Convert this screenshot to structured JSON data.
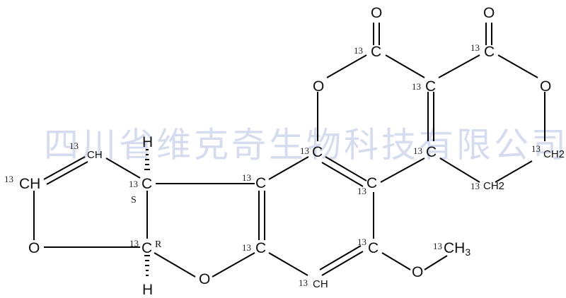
{
  "watermark": {
    "text": "四川省维克奇生物科技有限公司",
    "color": "#d6dcef"
  },
  "molecule": {
    "isotope_label": "13",
    "atoms": {
      "o_top_left": "O",
      "o_top_right": "O",
      "c_carbonyl_left": "C",
      "c_carbonyl_right": "C",
      "o_ring_left": "O",
      "o_ring_right": "O",
      "c_fused_top": "C",
      "c_ring_a": "C",
      "c_fused_mid": "C",
      "ch2_right": "CH2",
      "ch2_bottom": "CH2",
      "c_ring_b": "C",
      "c_ring_c": "C",
      "c_ring_d": "C",
      "c_ring_e": "C",
      "ch_bottom": "CH",
      "c_methoxy": "C",
      "o_methoxy": "O",
      "ch3": "CH",
      "ch3_sub": "3",
      "ch_furan_top": "CH",
      "ch_furan_left": "CH",
      "o_furan": "O",
      "c_s": "C",
      "c_r": "C",
      "h_top": "H",
      "h_bottom": "H",
      "o_furan_bridge": "O"
    },
    "stereo": {
      "s": "S",
      "r": "R"
    }
  }
}
